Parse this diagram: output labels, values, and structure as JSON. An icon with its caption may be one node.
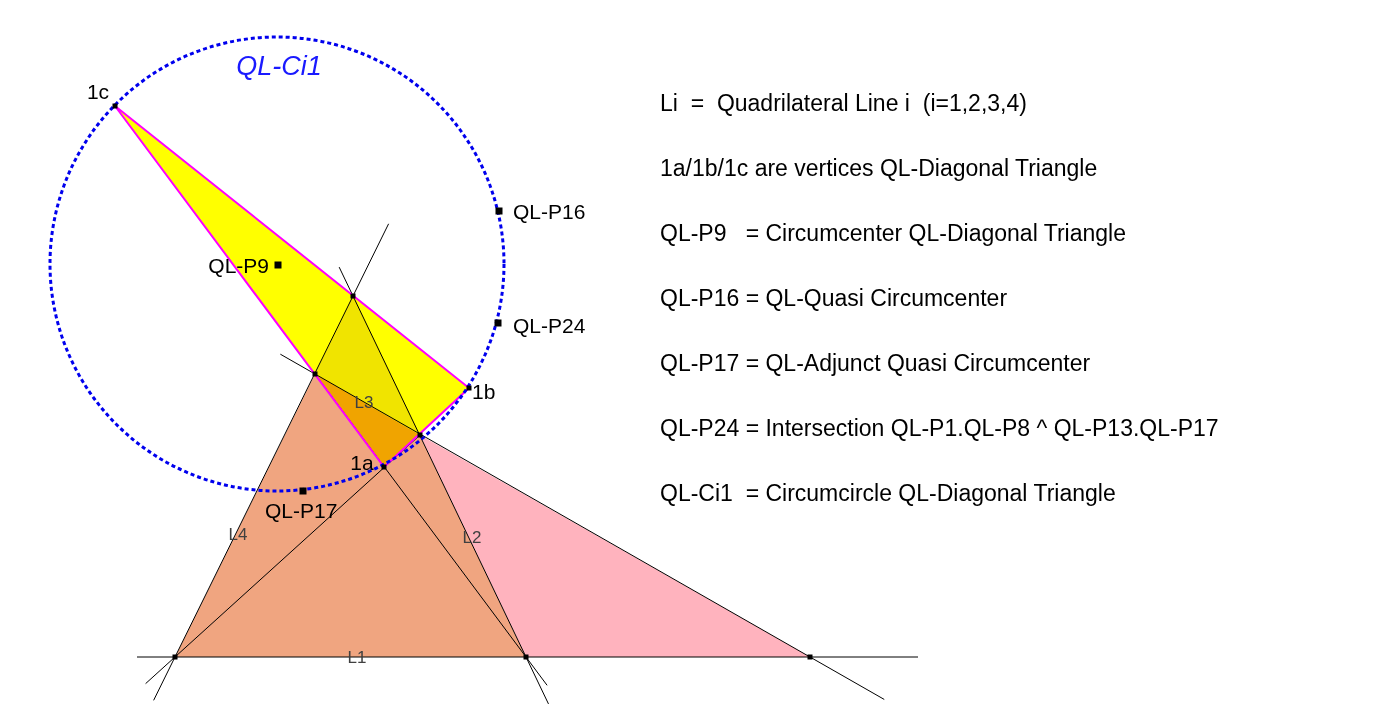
{
  "diagram": {
    "labels": [
      "QL-Ci1",
      "1c",
      "QL-P16",
      "QL-P9",
      "QL-P24",
      "1b",
      "L3",
      "1a",
      "QL-P17",
      "L4",
      "L2",
      "L1",
      "Li  =  Quadrilateral Line i  (i=1,2,3,4)",
      "1a/1b/1c are vertices QL-Diagonal Triangle",
      "QL-P9   = Circumcenter QL-Diagonal Triangle",
      "QL-P16 = QL-Quasi Circumcenter",
      "QL-P17 = QL-Adjunct Quasi Circumcenter",
      "QL-P24 = Intersection QL-P1.QL-P8 ^ QL-P13.QL-P17",
      "QL-Ci1  = Circumcircle QL-Diagonal Triangle"
    ]
  }
}
